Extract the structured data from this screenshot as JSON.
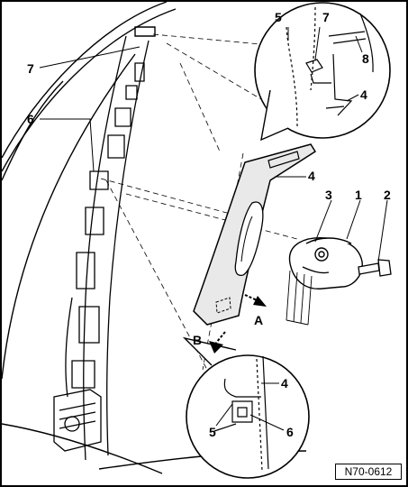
{
  "diagram": {
    "callouts": {
      "c1": "1",
      "c2": "2",
      "c3": "3",
      "c4_main": "4",
      "c4_top": "4",
      "c4_bottom": "4",
      "c5_top": "5",
      "c5_bottom": "5",
      "c6_main": "6",
      "c6_bottom": "6",
      "c7_main": "7",
      "c7_top": "7",
      "c8": "8"
    },
    "arrows": {
      "a": "A",
      "b": "B"
    },
    "reference": "N70-0612"
  }
}
